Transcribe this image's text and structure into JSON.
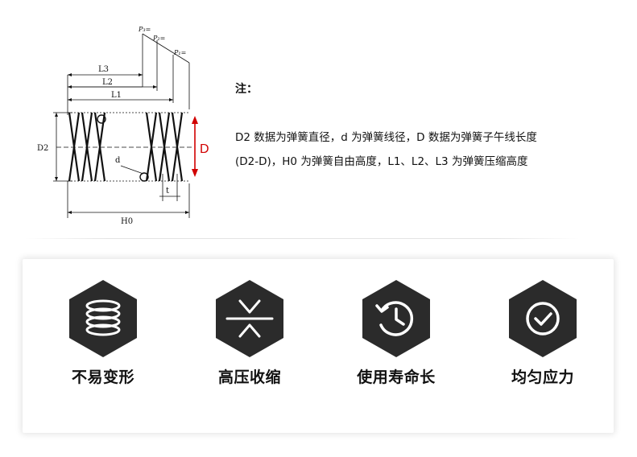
{
  "diagram": {
    "labels": {
      "p3": "P₃=",
      "p2": "P₂=",
      "p1": "P₁=",
      "l3": "L3",
      "l2": "L2",
      "l1": "L1",
      "d2": "D2",
      "d_big": "D",
      "d_small": "d",
      "t": "t",
      "h0": "H0"
    }
  },
  "note": {
    "title": "注：",
    "line1": "D2 数据为弹簧直径，d 为弹簧线径，D 数据为弹簧子午线长度",
    "line2": "(D2-D)，H0 为弹簧自由高度，L1、L2、L3 为弹簧压缩高度"
  },
  "features": [
    {
      "label": "不易变形",
      "icon": "spring-coil-icon"
    },
    {
      "label": "高压收缩",
      "icon": "compression-icon"
    },
    {
      "label": "使用寿命长",
      "icon": "clock-history-icon"
    },
    {
      "label": "均匀应力",
      "icon": "check-circle-icon"
    }
  ],
  "colors": {
    "hex_fill": "#2b2b2b",
    "icon_stroke": "#ffffff",
    "accent_red": "#d10000"
  }
}
